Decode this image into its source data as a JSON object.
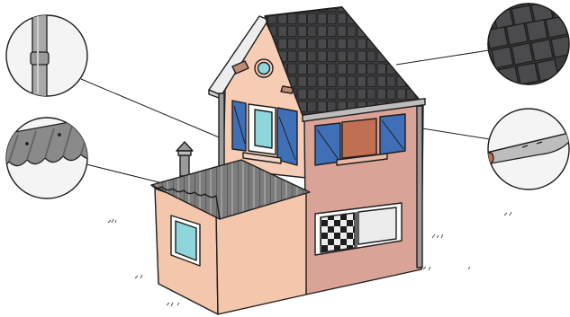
{
  "scene": {
    "subject": "house",
    "callouts": [
      {
        "id": "downpipe",
        "icon": "downpipe-detail-icon"
      },
      {
        "id": "corrugated-sheet",
        "icon": "corrugated-roof-sheet-icon"
      },
      {
        "id": "slate-tiles",
        "icon": "slate-roof-tiles-icon"
      },
      {
        "id": "gutter",
        "icon": "gutter-detail-icon"
      }
    ]
  },
  "colors": {
    "outline": "#1e1e1e",
    "wall_main": "#d9a497",
    "wall_upper": "#f6cdb4",
    "wall_annex": "#f4c6ab",
    "roof_slate": "#3a3a3c",
    "roof_sheet": "#7a7a7a",
    "shutter_blue": "#3f6fb7",
    "glass": "#8fd6dc",
    "pipe_grey": "#9a9a9a",
    "circle_bg": "#f4f4f4"
  }
}
